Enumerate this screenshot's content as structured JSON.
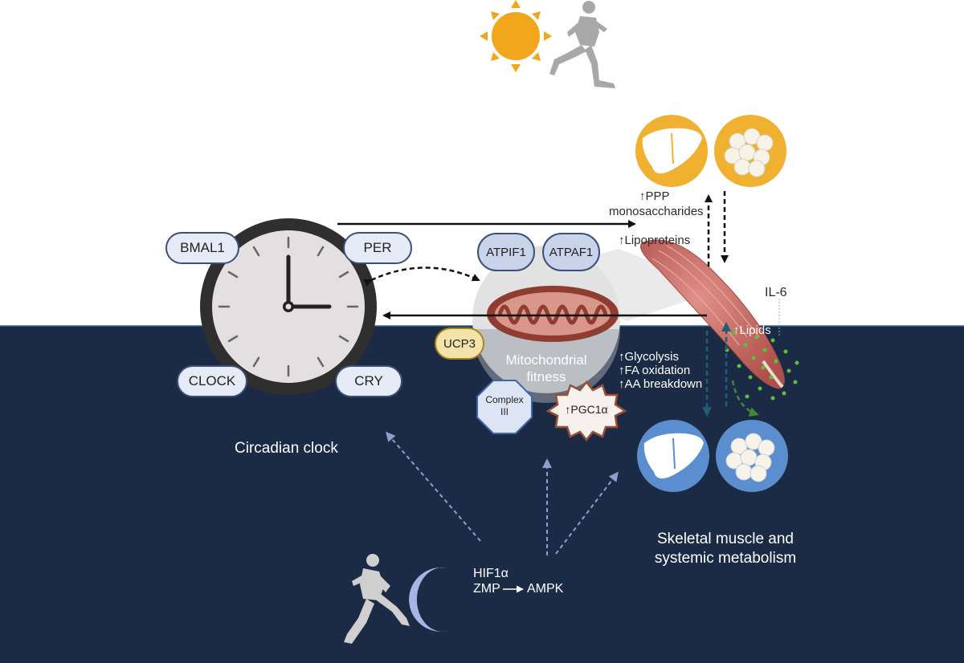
{
  "clock": {
    "bmal1": "BMAL1",
    "per": "PER",
    "clock": "CLOCK",
    "cry": "CRY",
    "caption": "Circadian clock"
  },
  "mito": {
    "atpif1": "ATPIF1",
    "atpaf1": "ATPAF1",
    "ucp3": "UCP3",
    "fitness_line1": "Mitochondrial",
    "fitness_line2": "fitness",
    "complex_line1": "Complex",
    "complex_line2": "III",
    "pgc1a": "↑PGC1α"
  },
  "muscle": {
    "ppp": "↑PPP",
    "monosaccharides": "monosaccharides",
    "lipoproteins": "↑Lipoproteins",
    "il6": "IL-6",
    "lipids": "↑Lipids",
    "glycolysis": "↑Glycolysis",
    "fa_oxidation": "↑FA oxidation",
    "aa_breakdown": "↑AA breakdown",
    "caption_line1": "Skeletal muscle and",
    "caption_line2": "systemic metabolism"
  },
  "signals": {
    "hif1a": "HIF1α",
    "zmp": "ZMP",
    "ampk": "AMPK"
  },
  "colors": {
    "night": "#1c2b45",
    "sun": "#f2a61c",
    "day_organ_bg": "#f0b030",
    "night_organ_bg": "#5b8ecf",
    "moon": "#a9b4e6",
    "muscle": "#c96a66"
  }
}
